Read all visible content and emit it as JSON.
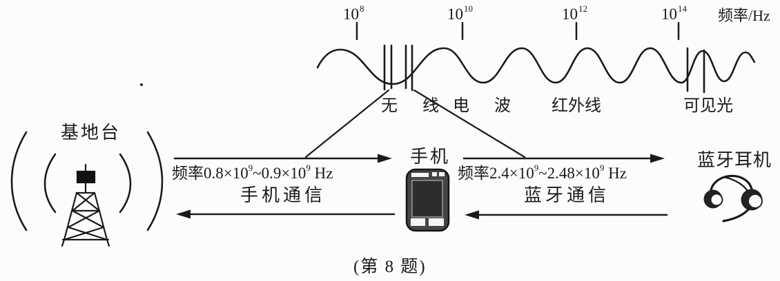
{
  "figure": {
    "caption": "(第 8 题)",
    "ink_color": "#1a1a1a",
    "background_color": "#fcfcfc"
  },
  "axis": {
    "unit_label": "频率/Hz",
    "ticks": [
      {
        "base": "10",
        "exp": "8"
      },
      {
        "base": "10",
        "exp": "10"
      },
      {
        "base": "10",
        "exp": "12"
      },
      {
        "base": "10",
        "exp": "14"
      }
    ]
  },
  "spectrum_bands": {
    "radio_part1": "无 线",
    "radio_part2": "电 波",
    "infrared": "红外线",
    "visible": "可见光"
  },
  "devices": {
    "base_station": "基地台",
    "phone": "手机",
    "headset": "蓝牙耳机"
  },
  "links": {
    "mobile": {
      "freq_prefix": "频率0.8×10",
      "exp1": "9",
      "freq_mid": "~0.9×10",
      "exp2": "9",
      "freq_suffix": " Hz",
      "label": "手机通信"
    },
    "bluetooth": {
      "freq_prefix": "频率2.4×10",
      "exp1": "9",
      "freq_mid": "~2.48×10",
      "exp2": "9",
      "freq_suffix": " Hz",
      "label": "蓝牙通信"
    }
  }
}
